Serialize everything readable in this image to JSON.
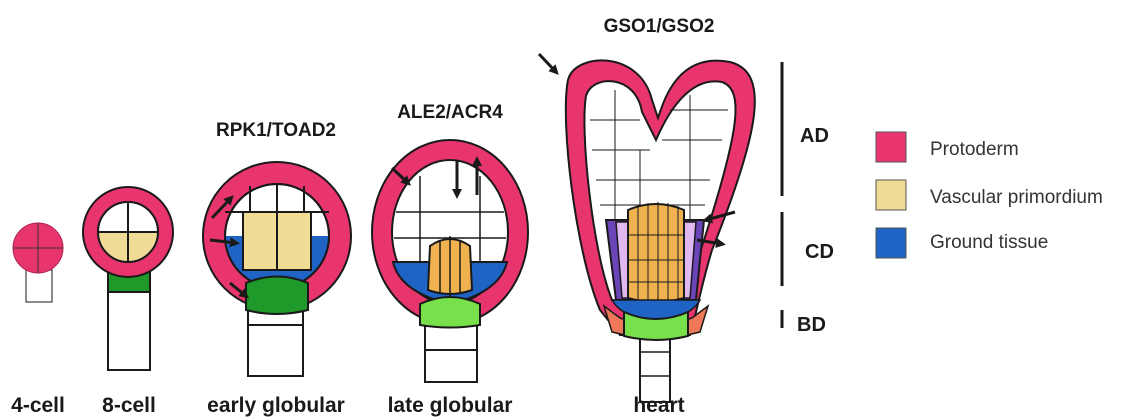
{
  "stage_labels": {
    "cell4": "4-cell",
    "cell8": "8-cell",
    "early_globular": "early globular",
    "late_globular": "late globular",
    "heart": "heart"
  },
  "gene_labels": {
    "early_globular": "RPK1/TOAD2",
    "late_globular": "ALE2/ACR4",
    "heart": "GSO1/GSO2"
  },
  "domain_labels": {
    "ad": "AD",
    "cd": "CD",
    "bd": "BD"
  },
  "legend": [
    {
      "label": "Protoderm",
      "color": "#e8356e"
    },
    {
      "label": "Vascular primordium",
      "color": "#f1dc95"
    },
    {
      "label": "Ground tissue",
      "color": "#1f63c4"
    }
  ],
  "colors": {
    "protoderm": "#e8356e",
    "vascular": "#f1dc95",
    "vascular_orange": "#f0b24f",
    "ground": "#1f63c4",
    "hypophysis_green": "#1f9a2a",
    "light_green": "#78e04a",
    "purple": "#6b44b8",
    "lilac": "#e0b8f2",
    "salmon": "#f0785a",
    "outline": "#1a1a1a"
  }
}
